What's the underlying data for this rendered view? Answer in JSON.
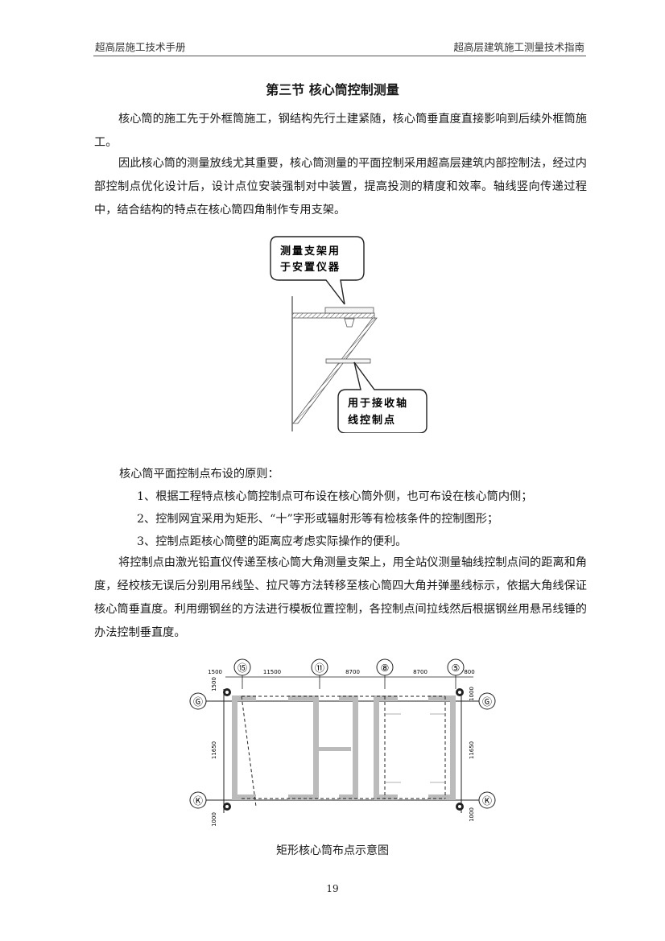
{
  "header": {
    "left": "超高层施工技术手册",
    "right": "超高层建筑施工测量技术指南"
  },
  "title": "第三节  核心筒控制测量",
  "paragraphs": {
    "p1": "核心筒的施工先于外框筒施工，钢结构先行土建紧随，核心筒垂直度直接影响到后续外框筒施工。",
    "p2": "因此核心筒的测量放线尤其重要，核心筒测量的平面控制采用超高层建筑内部控制法，经过内部控制点优化设计后，设计点位安装强制对中装置，提高投测的精度和效率。轴线竖向传递过程中，结合结构的特点在核心筒四角制作专用支架。",
    "p3": "将控制点由激光铅直仪传递至核心筒大角测量支架上，用全站仪测量轴线控制点间的距离和角度，经校核无误后分别用吊线坠、拉尺等方法转移至核心筒四大角并弹墨线标示，依据大角线保证核心筒垂直度。利用绷钢丝的方法进行模板位置控制，各控制点间拉线然后根据钢丝用悬吊线锤的办法控制垂直度。"
  },
  "figure1": {
    "callout_top_line1": "测量支架用",
    "callout_top_line2": "于安置仪器",
    "callout_bottom_line1": "用于接收轴",
    "callout_bottom_line2": "线控制点"
  },
  "principles": {
    "heading": "核心筒平面控制点布设的原则：",
    "items": [
      "1、根据工程特点核心筒控制点可布设在核心筒外侧，也可布设在核心筒内侧；",
      "2、控制网宜采用为矩形、“十”字形或辐射形等有检核条件的控制图形；",
      "3、控制点距核心筒壁的距离应考虑实际操作的便利。"
    ]
  },
  "figure2": {
    "axis_labels_top": [
      "⑮",
      "⑪",
      "⑧",
      "⑤"
    ],
    "axis_labels_side": [
      "Ⓖ",
      "Ⓚ"
    ],
    "dims_top": [
      "1500",
      "11500",
      "8700",
      "8700",
      "800"
    ],
    "dims_left": [
      "1500",
      "11650",
      "1000"
    ],
    "dims_right": [
      "1000",
      "11650",
      "1000"
    ],
    "caption": "矩形核心筒布点示意图"
  },
  "page_number": "19"
}
